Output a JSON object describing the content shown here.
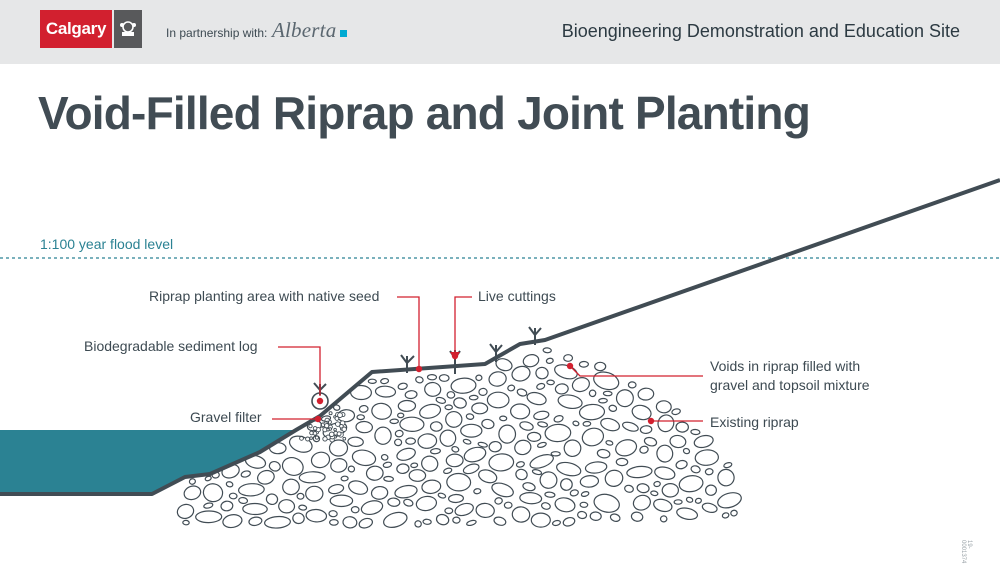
{
  "header": {
    "brand": "Calgary",
    "partner_text": "In partnership with:",
    "partner_brand": "Alberta",
    "site_title": "Bioengineering Demonstration and Education Site"
  },
  "title": "Void-Filled Riprap and Joint Planting",
  "flood_level": "1:100 year flood level",
  "labels": {
    "planting_area": "Riprap planting area with native seed",
    "live_cuttings": "Live cuttings",
    "sediment_log": "Biodegradable sediment log",
    "gravel_filter": "Gravel filter",
    "voids": "Voids in riprap filled with",
    "voids_line2": "gravel and topsoil mixture",
    "existing_riprap": "Existing riprap"
  },
  "document_id": "19-0001374",
  "colors": {
    "brand_red": "#d2202f",
    "water": "#2b8293",
    "callout_red": "#d2202f",
    "slope_line": "#414c54"
  }
}
